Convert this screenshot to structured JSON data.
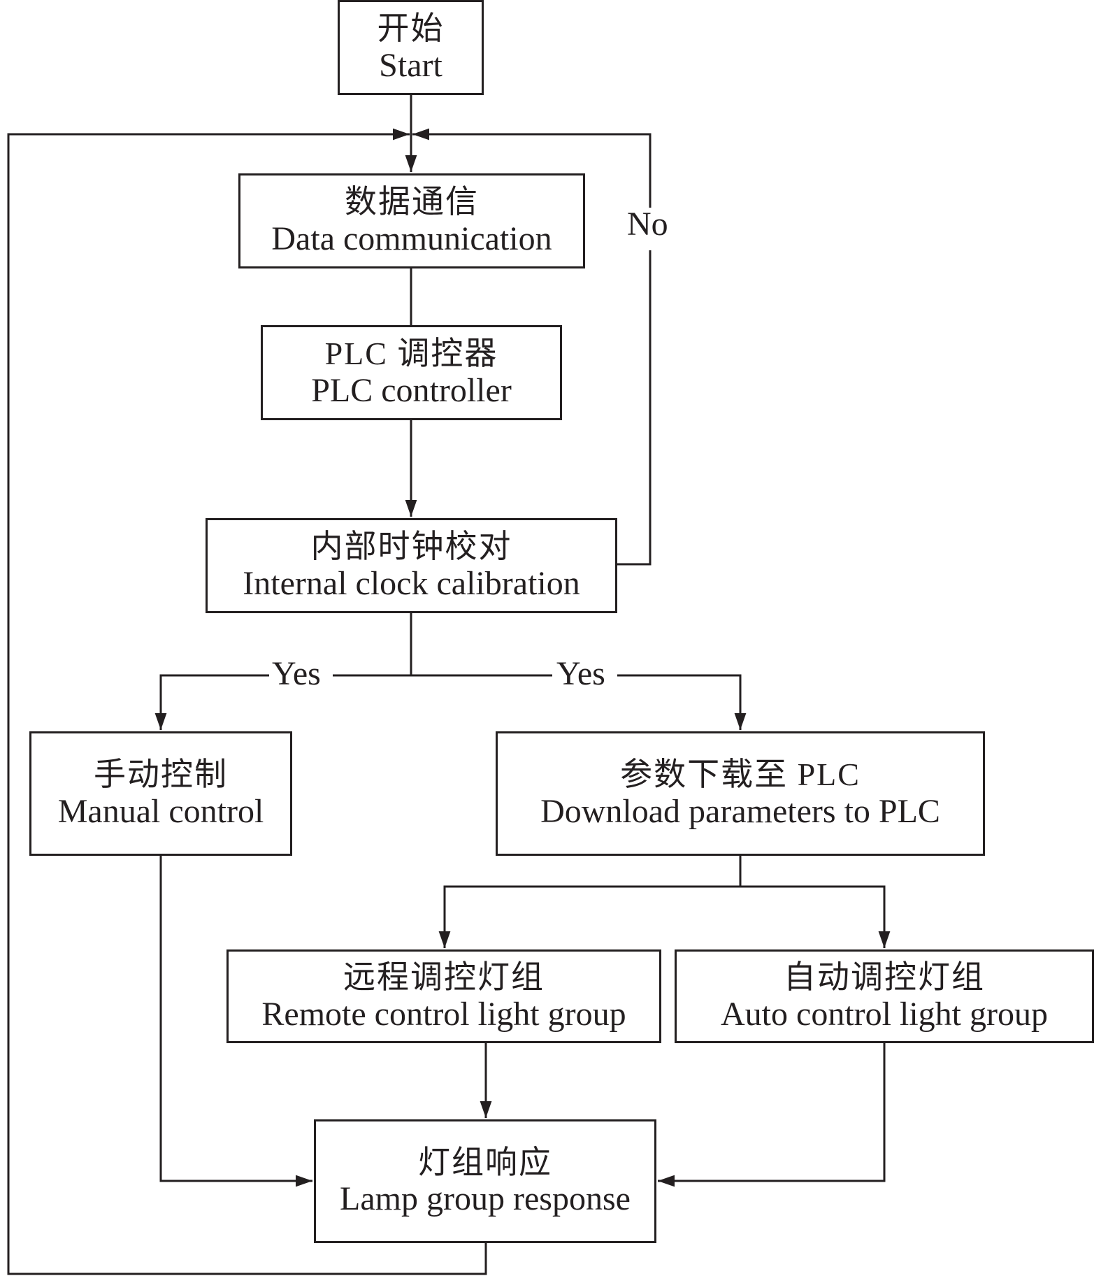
{
  "diagram": {
    "type": "flowchart",
    "line_color": "#231f20",
    "nodes": {
      "start": {
        "zh": "开始",
        "en": "Start"
      },
      "data_comm": {
        "zh": "数据通信",
        "en": "Data communication"
      },
      "plc": {
        "zh": "PLC 调控器",
        "en": "PLC controller"
      },
      "clock": {
        "zh": "内部时钟校对",
        "en": "Internal clock calibration"
      },
      "manual": {
        "zh": "手动控制",
        "en": "Manual control"
      },
      "download": {
        "zh": "参数下载至 PLC",
        "en": "Download parameters to PLC"
      },
      "remote": {
        "zh": "远程调控灯组",
        "en": "Remote control light group"
      },
      "auto": {
        "zh": "自动调控灯组",
        "en": "Auto control light group"
      },
      "lamp": {
        "zh": "灯组响应",
        "en": "Lamp group response"
      }
    },
    "edge_labels": {
      "no": "No",
      "yes_left": "Yes",
      "yes_right": "Yes"
    },
    "edges": [
      {
        "from": "start",
        "to": "data_comm"
      },
      {
        "from": "data_comm",
        "to": "plc"
      },
      {
        "from": "plc",
        "to": "clock"
      },
      {
        "from": "clock",
        "to": "data_comm",
        "label": "No"
      },
      {
        "from": "clock",
        "to": "manual",
        "label": "Yes"
      },
      {
        "from": "clock",
        "to": "download",
        "label": "Yes"
      },
      {
        "from": "download",
        "to": "remote"
      },
      {
        "from": "download",
        "to": "auto"
      },
      {
        "from": "manual",
        "to": "lamp"
      },
      {
        "from": "remote",
        "to": "lamp"
      },
      {
        "from": "auto",
        "to": "lamp"
      },
      {
        "from": "lamp",
        "to": "data_comm"
      }
    ]
  }
}
